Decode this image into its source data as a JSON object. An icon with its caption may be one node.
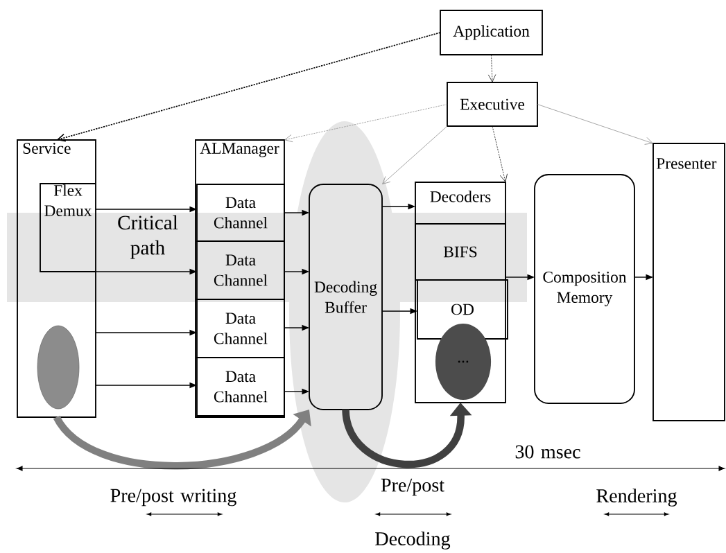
{
  "diagram": {
    "nodes": [
      {
        "text": [
          "Application"
        ]
      },
      {
        "text": [
          "Executive"
        ]
      },
      {
        "text": [
          "Service"
        ]
      },
      {
        "text": [
          "Flex Demux"
        ],
        "in": 2
      },
      {
        "text": [],
        "shape": "ellipse",
        "in": 2
      },
      {
        "text": [
          "ALManager"
        ]
      },
      {
        "text": [
          "Data Channel"
        ],
        "in": 5
      },
      {
        "text": [
          "Data Channel"
        ],
        "in": 5
      },
      {
        "text": [
          "Data Channel"
        ],
        "in": 5
      },
      {
        "text": [
          "Data Channel"
        ],
        "in": 5
      },
      {
        "text": [
          "Decoding Buffer"
        ]
      },
      {
        "text": [
          "Decoders"
        ]
      },
      {
        "text": [
          "BIFS"
        ],
        "in": 11
      },
      {
        "text": [
          "OD"
        ],
        "in": 11
      },
      {
        "text": [
          "..."
        ],
        "in": 11
      },
      {
        "text": [
          "Composition Memory"
        ]
      },
      {
        "text": [
          "Presenter"
        ]
      }
    ],
    "edges": [
      {
        "from": 0,
        "to": 2,
        "arrow": "to",
        "style": "dashed"
      },
      {
        "from": 0,
        "to": 1,
        "arrow": "to",
        "style": "dashed"
      },
      {
        "from": 1,
        "to": 5,
        "arrow": "to",
        "style": "dashed",
        "color": "#808080"
      },
      {
        "from": 1,
        "to": 10,
        "arrow": "to",
        "color": "#808080"
      },
      {
        "from": 1,
        "to": 11,
        "arrow": "to",
        "style": "dashed"
      },
      {
        "from": 1,
        "to": 16,
        "arrow": "to",
        "color": "#808080"
      },
      {
        "from": 3,
        "to": 6,
        "arrow": "to"
      },
      {
        "from": 3,
        "to": 7,
        "arrow": "to"
      },
      {
        "from": 2,
        "to": 8,
        "arrow": "to"
      },
      {
        "from": 2,
        "to": 9,
        "arrow": "to"
      },
      {
        "from": 6,
        "to": 10,
        "arrow": "to"
      },
      {
        "from": 7,
        "to": 10,
        "arrow": "to"
      },
      {
        "from": 8,
        "to": 10,
        "arrow": "to"
      },
      {
        "from": 9,
        "to": 10,
        "arrow": "to"
      },
      {
        "from": 10,
        "to": 11,
        "arrow": "to"
      },
      {
        "from": 10,
        "to": 13,
        "arrow": "to"
      },
      {
        "from": 11,
        "to": 15,
        "arrow": "to"
      },
      {
        "from": 15,
        "to": 16,
        "arrow": "to"
      },
      {
        "from": 2,
        "to": 10,
        "arrow": "to",
        "style": "thick",
        "color": "#808080"
      },
      {
        "from": 10,
        "to": 11,
        "arrow": "to",
        "style": "thick",
        "color": "#404040"
      }
    ],
    "labels": [
      "Critical path",
      "30 msec",
      "Pre/post writing",
      "Pre/post",
      "Rendering",
      "Decoding"
    ]
  }
}
